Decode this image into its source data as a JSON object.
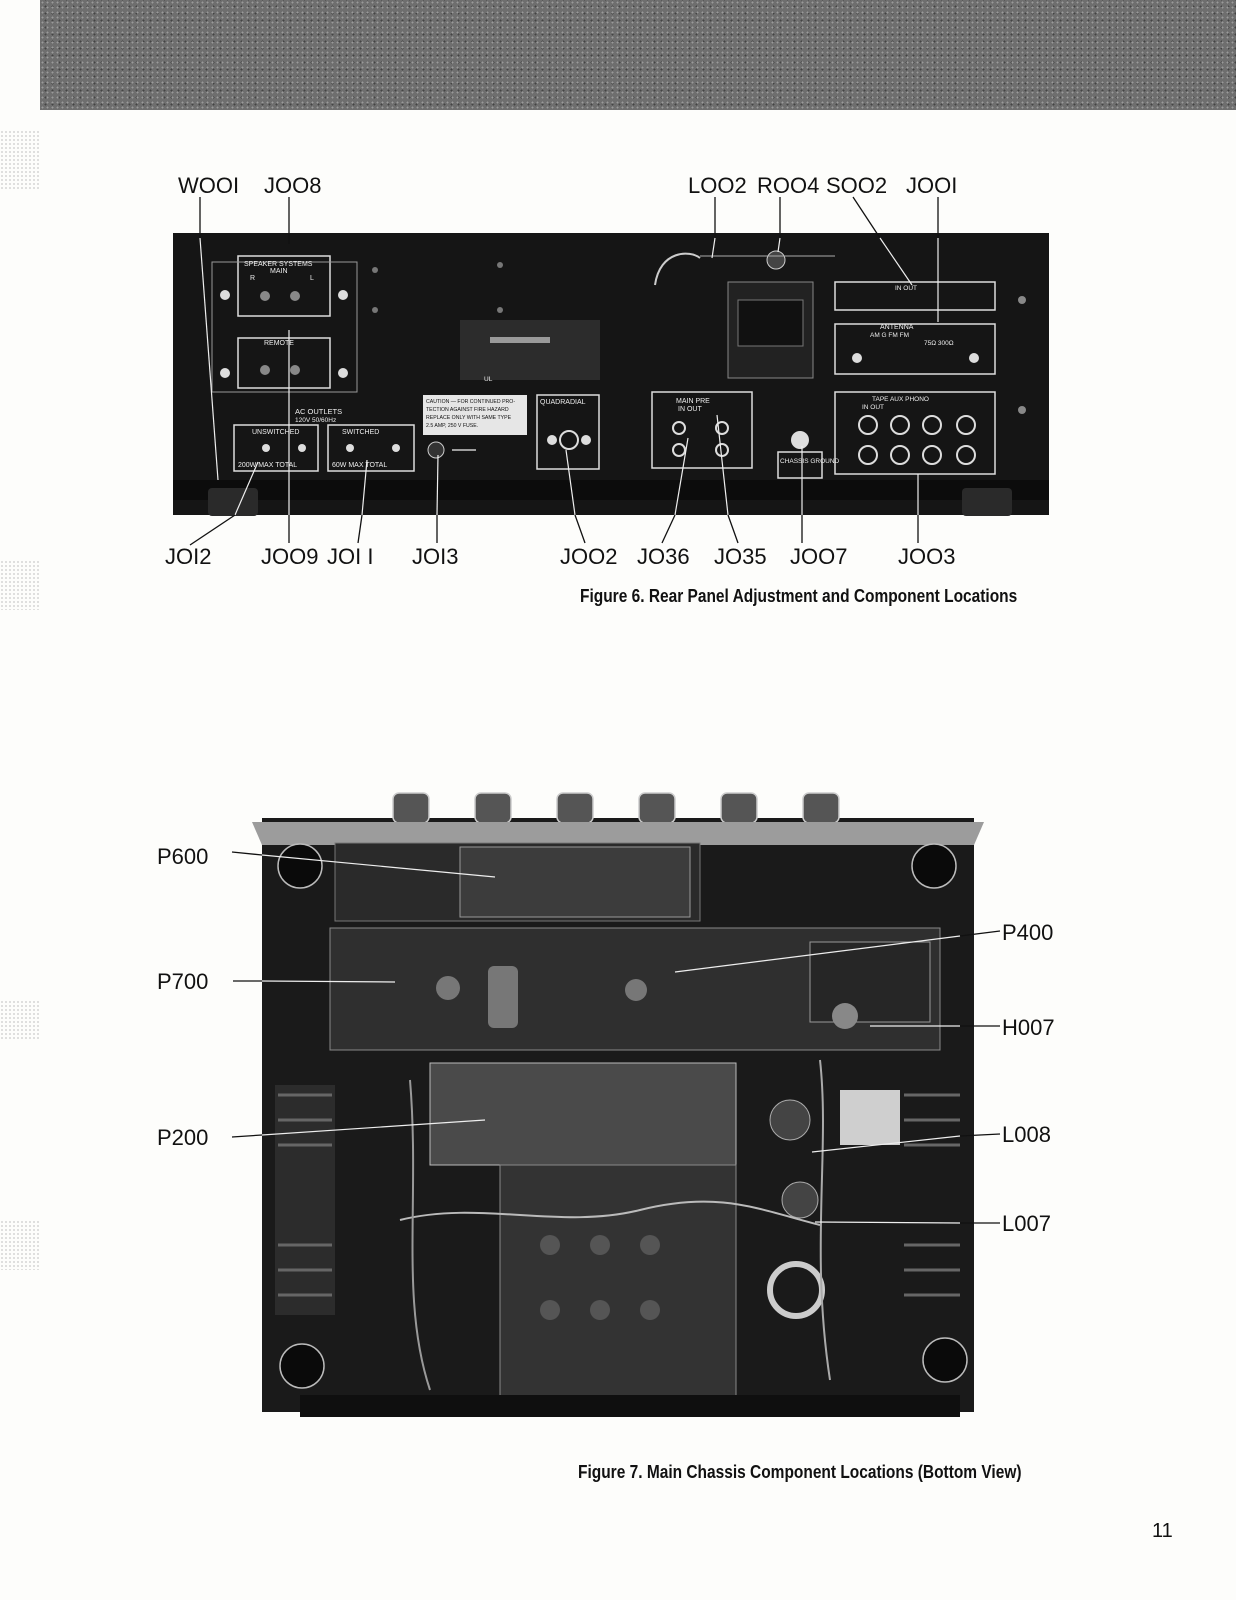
{
  "figure6": {
    "caption": "Figure 6.  Rear Panel Adjustment and Component Locations",
    "top_labels": [
      "WOOI",
      "JOO8",
      "LOO2",
      "ROO4",
      "SOO2",
      "JOOI"
    ],
    "bottom_labels": [
      "JOI2",
      "JOO9",
      "JOI I",
      "JOI3",
      "JOO2",
      "JO36",
      "JO35",
      "JOO7",
      "JOO3"
    ],
    "panel": {
      "speaker_systems": "SPEAKER SYSTEMS",
      "main": "MAIN",
      "remote": "REMOTE",
      "r": "R",
      "l": "L",
      "ac_outlets": "AC OUTLETS",
      "ac_rating": "120V 50/60Hz",
      "unswitched": "UNSWITCHED",
      "switched": "SWITCHED",
      "unswitched_rating": "200W MAX TOTAL",
      "switched_rating": "60W MAX TOTAL",
      "caution_1": "CAUTION — FOR CONTINUED PRO-",
      "caution_2": "TECTION AGAINST FIRE HAZARD",
      "caution_3": "REPLACE ONLY WITH SAME TYPE",
      "caution_4": "2.5 AMP, 250 V FUSE.",
      "quadradial": "QUADRADIAL",
      "main_pre": "MAIN   PRE",
      "in_out": "IN    OUT",
      "chassis_ground": "CHASSIS GROUND",
      "antenna": "ANTENNA",
      "antenna_sub": "AM   G   FM   FM",
      "antenna_ohm": "75Ω 300Ω",
      "tape_aux_phono": "TAPE        AUX   PHONO",
      "tape_in_out": "IN   OUT",
      "in_out_small": "IN OUT",
      "ul": "UL"
    }
  },
  "figure7": {
    "caption": "Figure 7.  Main Chassis Component Locations (Bottom View)",
    "left_labels": [
      "P600",
      "P700",
      "P200"
    ],
    "right_labels": [
      "P400",
      "H007",
      "L008",
      "L007"
    ]
  },
  "page_number": "11"
}
